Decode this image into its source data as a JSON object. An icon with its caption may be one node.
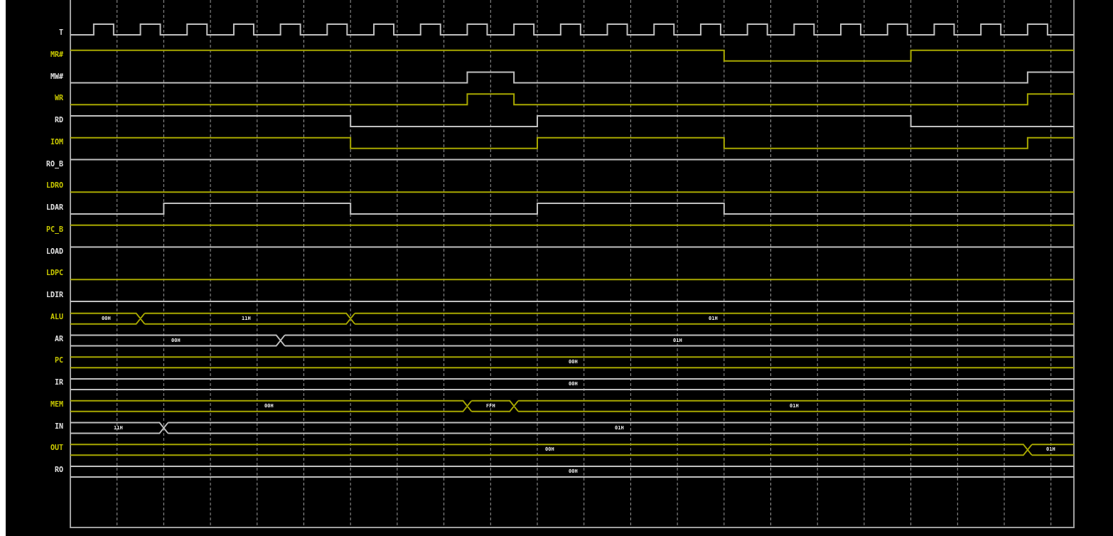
{
  "diagram": {
    "labels": [
      "T",
      "MR#",
      "MW#",
      "WR",
      "RD",
      "IOM",
      "RO_B",
      "LDRO",
      "LDAR",
      "PC_B",
      "LOAD",
      "LDPC",
      "LDIR",
      "ALU",
      "00H",
      "11H",
      "01H",
      "AR",
      "00H",
      "01H",
      "PC",
      "00H",
      "IR",
      "00H",
      "MEM",
      "00H",
      "FFH",
      "01H",
      "IN",
      "11H",
      "01H",
      "OUT",
      "00H",
      "01H",
      "RO",
      "00H"
    ]
  }
}
